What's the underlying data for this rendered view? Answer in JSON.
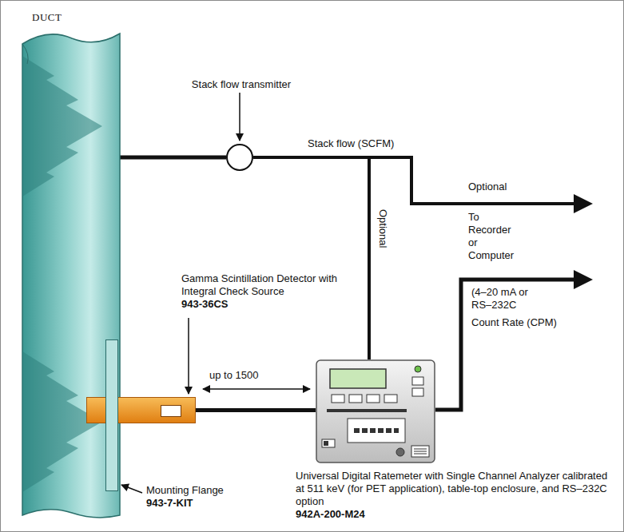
{
  "diagram": {
    "nodes": [
      {
        "text": [
          "DUCT"
        ]
      },
      {
        "text": [
          "Stack flow transmitter"
        ]
      },
      {
        "text": [
          "Gamma Scintillation Detector with Integral Check Source",
          "943-36CS"
        ]
      },
      {
        "text": [
          "Mounting Flange",
          "943-7-KIT"
        ]
      },
      {
        "text": [
          "Universal Digital Ratemeter with Single Channel Analyzer calibrated at 511 keV (for PET application), table-top enclosure, and RS–232C option",
          "942A-200-M24"
        ]
      }
    ],
    "edges": [
      {
        "from": 0,
        "to": 1,
        "arrow": "none"
      },
      {
        "from": 1,
        "to": 4,
        "arrow": "none",
        "label": "Optional"
      },
      {
        "from": 2,
        "to": 4,
        "arrow": "none"
      }
    ],
    "labels": [
      "Stack flow (SCFM)",
      "Optional",
      "To Recorder or Computer",
      "up to 1500",
      "(4–20 mA or RS–232C",
      "Count Rate (CPM)"
    ]
  }
}
